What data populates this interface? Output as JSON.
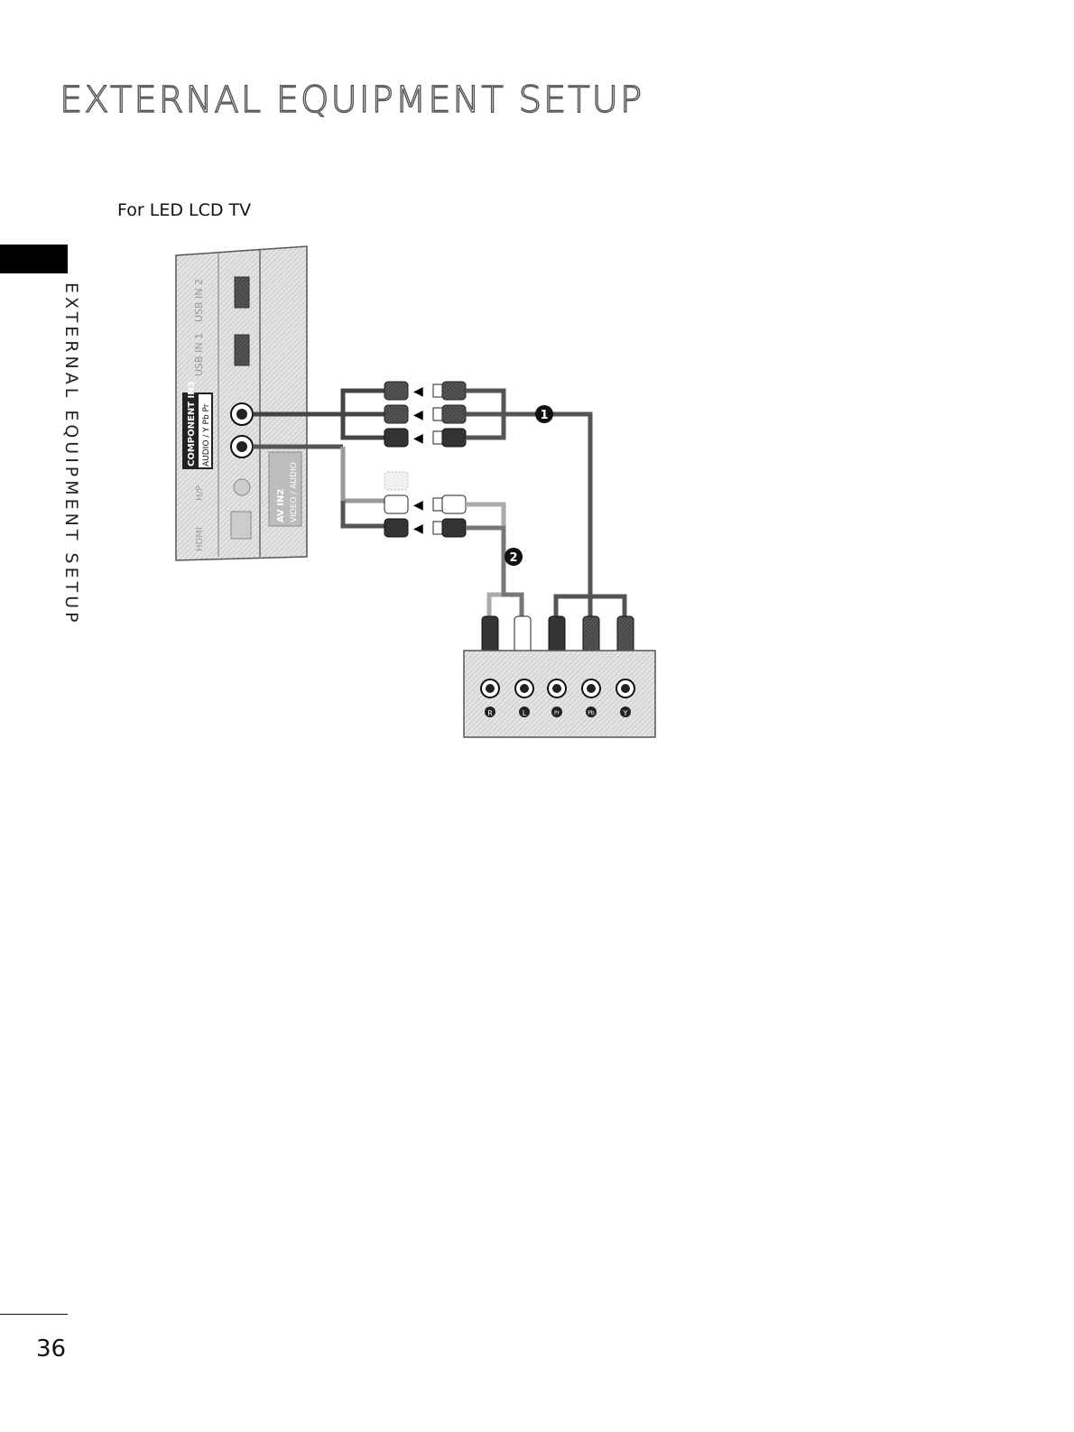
{
  "header": {
    "title": "EXTERNAL EQUIPMENT SETUP"
  },
  "side_tab": {
    "label": "EXTERNAL EQUIPMENT SETUP"
  },
  "section": {
    "subtitle": "For LED LCD TV"
  },
  "tv_panel": {
    "usb2": "USB IN 2",
    "usb1": "USB IN 1",
    "component": "COMPONENT IN3",
    "component_sub": "AUDIO / Y Pb Pr",
    "hp": "H/P",
    "av": "AV IN2",
    "av_sub": "VIDEO / AUDIO",
    "hdmi": "HDMI"
  },
  "callouts": {
    "one": "1",
    "two": "2"
  },
  "device": {
    "jacks": [
      "R",
      "L",
      "Pr",
      "Pb",
      "Y"
    ]
  },
  "footer": {
    "page_number": "36"
  }
}
